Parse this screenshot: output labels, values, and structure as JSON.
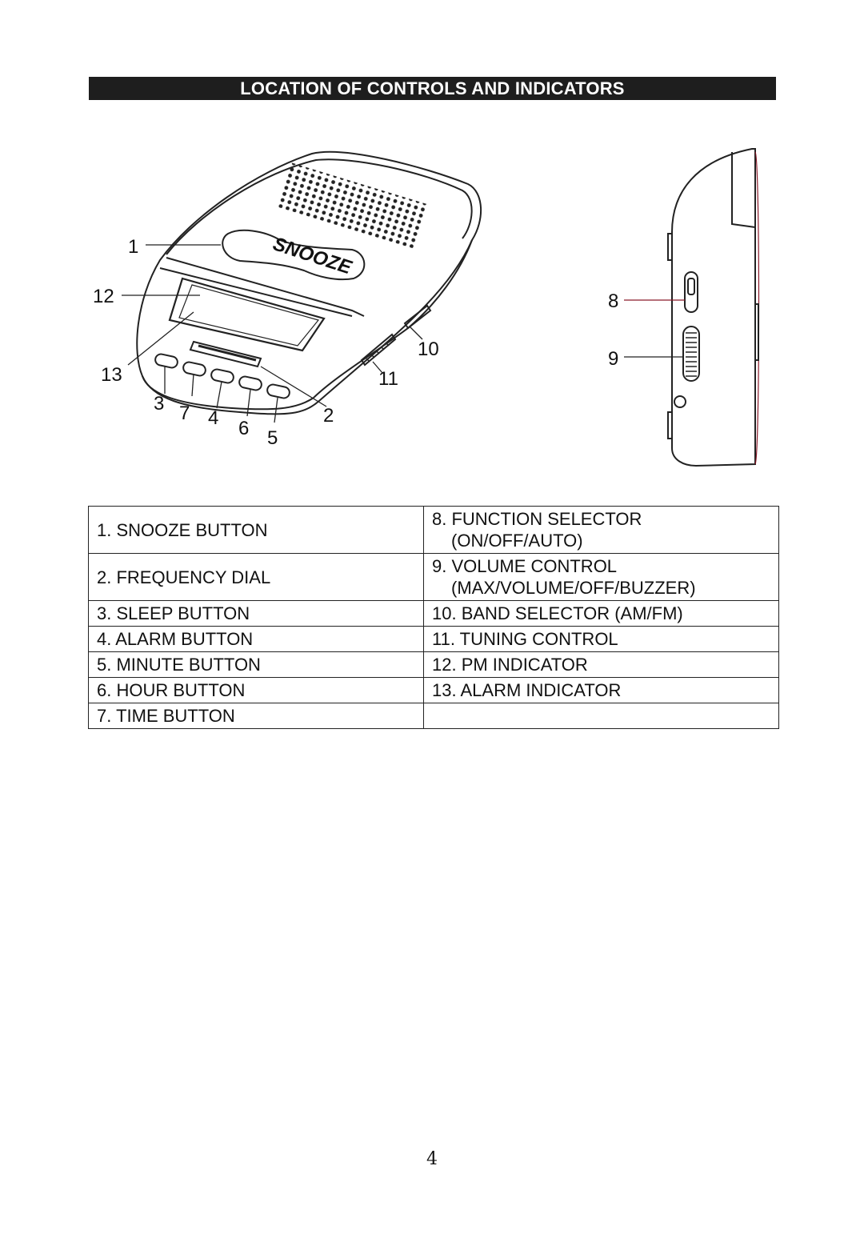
{
  "header": {
    "title": "LOCATION OF CONTROLS AND INDICATORS"
  },
  "diagram": {
    "snooze_text": "SNOOZE",
    "callouts": [
      "1",
      "2",
      "3",
      "4",
      "5",
      "6",
      "7",
      "8",
      "9",
      "10",
      "11",
      "12",
      "13"
    ]
  },
  "legend": {
    "rows": [
      {
        "left": "1. SNOOZE BUTTON",
        "right": "8. FUNCTION SELECTOR",
        "right2": "(ON/OFF/AUTO)"
      },
      {
        "left": "2. FREQUENCY DIAL",
        "right": "9. VOLUME CONTROL",
        "right2": "(MAX/VOLUME/OFF/BUZZER)"
      },
      {
        "left": "3. SLEEP BUTTON",
        "right": "10. BAND SELECTOR (AM/FM)"
      },
      {
        "left": "4. ALARM BUTTON",
        "right": "11. TUNING CONTROL"
      },
      {
        "left": "5. MINUTE BUTTON",
        "right": "12. PM INDICATOR"
      },
      {
        "left": "6. HOUR BUTTON",
        "right": "13. ALARM INDICATOR"
      },
      {
        "left": "7. TIME BUTTON",
        "right": ""
      }
    ]
  },
  "footer": {
    "page_number": "4"
  }
}
